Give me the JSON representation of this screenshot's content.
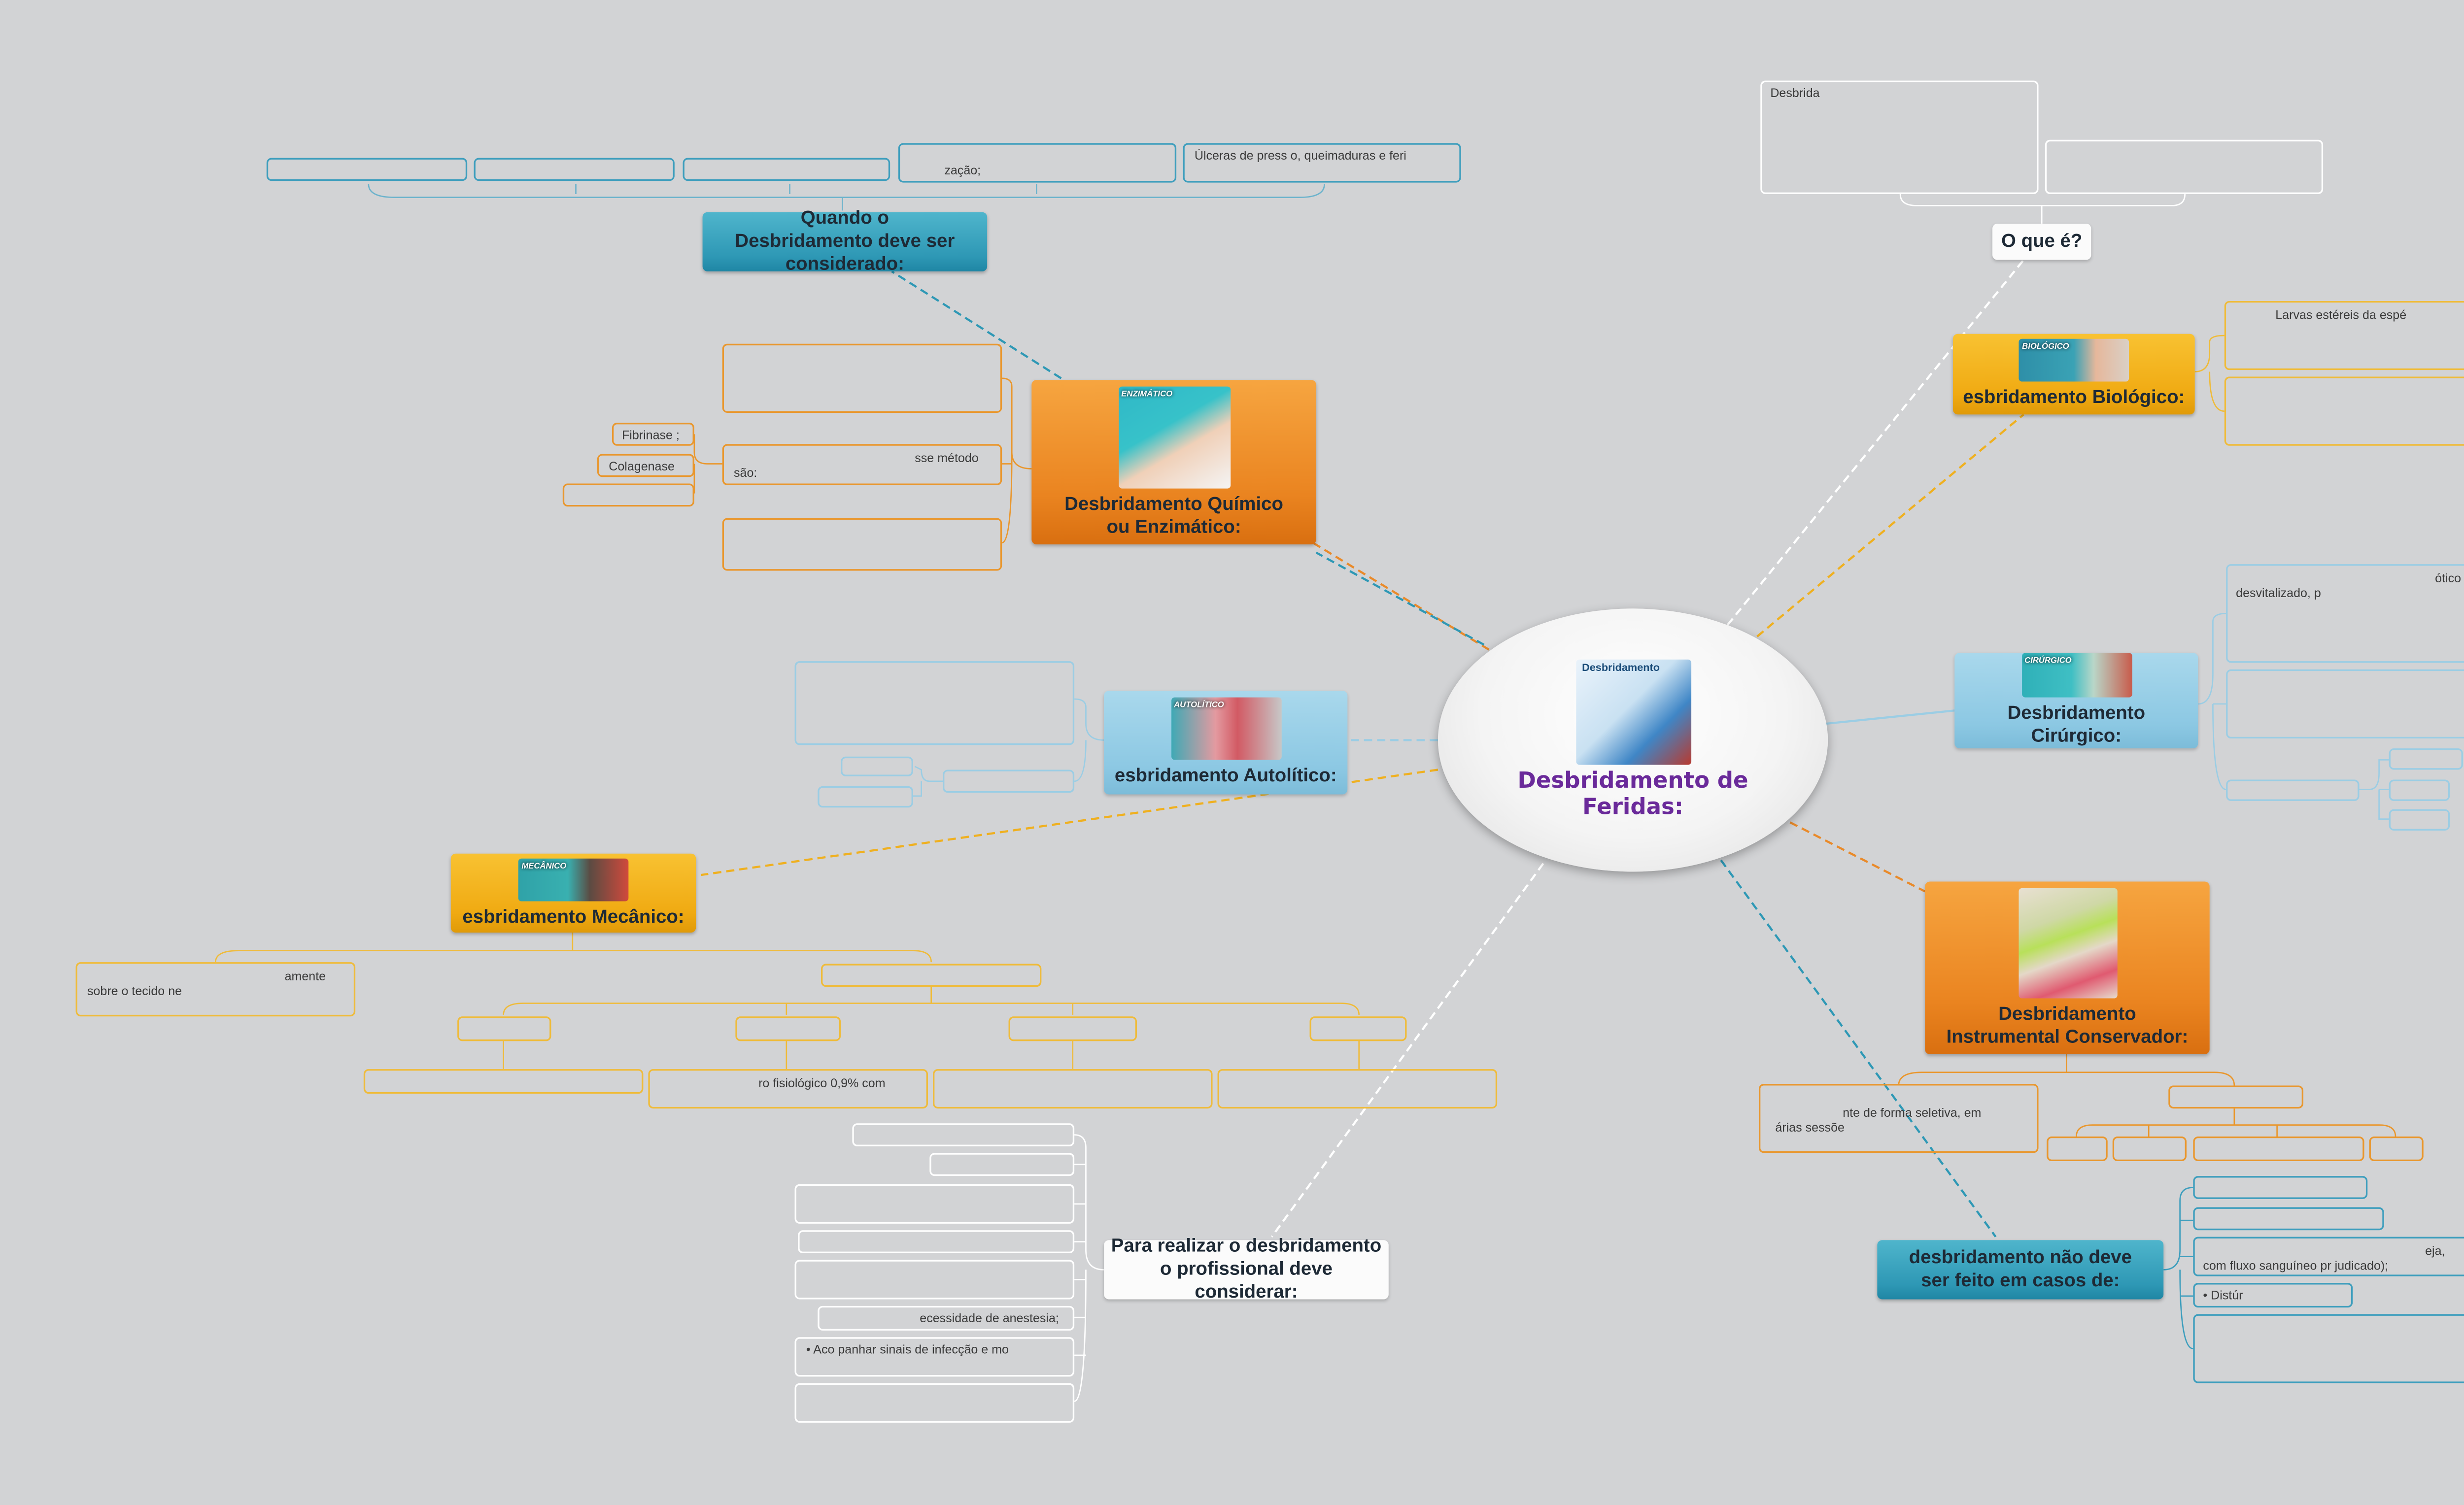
{
  "center": {
    "title": "Desbridamento de Feridas:",
    "image_label": "Desbridamento"
  },
  "nodes": {
    "o_que_e": "O que é?",
    "quando": "Quando o Desbridamento deve ser considerado:",
    "quimico": "Desbridamento Químico ou Enzimático:",
    "biologico": "esbridamento Biológico:",
    "cirurgico": "Desbridamento Cirúrgico:",
    "autolitico": "esbridamento Autolítico:",
    "mecanico": "esbridamento Mecânico:",
    "instrumental": "Desbridamento Instrumental Conservador:",
    "nao_deve": "desbridamento não deve ser feito em casos de:",
    "profissional": "Para realizar o desbridamento o profissional deve considerar:"
  },
  "thumbs": {
    "quimico": "ENZIMÁTICO",
    "biologico": "BIOLÓGICO",
    "cirurgico": "CIRÚRGICO",
    "autolitico": "AUTOLÍTICO",
    "mecanico": "MECÂNICO"
  },
  "leaf_text": {
    "desbrida": "Desbrida",
    "zacao": "zação;",
    "ulceras": "Úlceras de press   o, queimaduras e feri",
    "fibrinase": "Fibrinase  ;",
    "colagenase": "Colagenase",
    "metodo_1": "sse método",
    "metodo_2": "são:",
    "larvas": "Larvas estéreis da espé",
    "otico": "ótico e",
    "desvitalizado": "desvitalizado, p",
    "mec_amente": "amente",
    "mec_sobre": "sobre o tecido ne",
    "soro": "ro fisiológico 0,9% com",
    "seletiva_1": "nte de forma seletiva, em",
    "seletiva_2": "árias sessõe",
    "eja": "eja,",
    "fluxo": "com fluxo sanguíneo pr  judicado);",
    "distur": "• Distúr",
    "anestesia": "ecessidade de anestesia;",
    "infeccao": "• Aco   panhar sinais de infecção e mo"
  },
  "colors": {
    "background": "#d2d3d5",
    "orange": "#ea8420",
    "yellow": "#f0aa12",
    "teal": "#2e98b5",
    "light_blue": "#8cc8e3",
    "white": "#fbfbfb",
    "center_title": "#6a2a9a"
  }
}
